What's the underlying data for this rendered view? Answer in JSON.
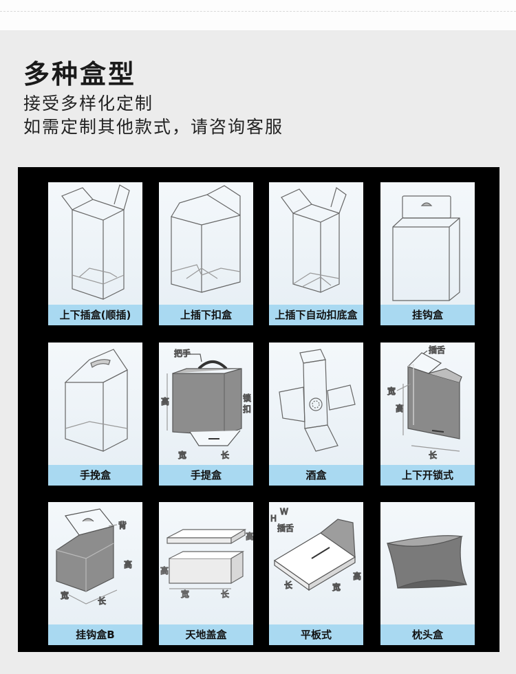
{
  "header": {
    "title": "多种盒型",
    "line1": "接受多样化定制",
    "line2": "如需定制其他款式，请咨询客服"
  },
  "boxes": [
    {
      "label": "上下插盒(顺插)",
      "icon": "tuck-end-box-icon"
    },
    {
      "label": "上插下扣盒",
      "icon": "snap-bottom-box-icon"
    },
    {
      "label": "上插下自动扣底盒",
      "icon": "auto-bottom-box-icon"
    },
    {
      "label": "挂钩盒",
      "icon": "hanging-box-icon"
    },
    {
      "label": "手挽盒",
      "icon": "handle-carry-box-icon"
    },
    {
      "label": "手提盒",
      "icon": "handle-lift-box-icon"
    },
    {
      "label": "酒盒",
      "icon": "wine-box-icon"
    },
    {
      "label": "上下开锁式",
      "icon": "lock-box-icon"
    },
    {
      "label": "挂钩盒B",
      "icon": "hanging-box-b-icon"
    },
    {
      "label": "天地盖盒",
      "icon": "lid-base-box-icon"
    },
    {
      "label": "平板式",
      "icon": "flat-box-icon"
    },
    {
      "label": "枕头盒",
      "icon": "pillow-box-icon"
    }
  ],
  "annotations": {
    "handle": "把手",
    "lock": "锁扣",
    "width": "宽",
    "length": "长",
    "height": "高",
    "tab": "插舌",
    "back": "背",
    "w": "W",
    "h": "H"
  },
  "colors": {
    "panel": "#000000",
    "label_bar": "#a9d9f1",
    "page": "#ececec"
  }
}
